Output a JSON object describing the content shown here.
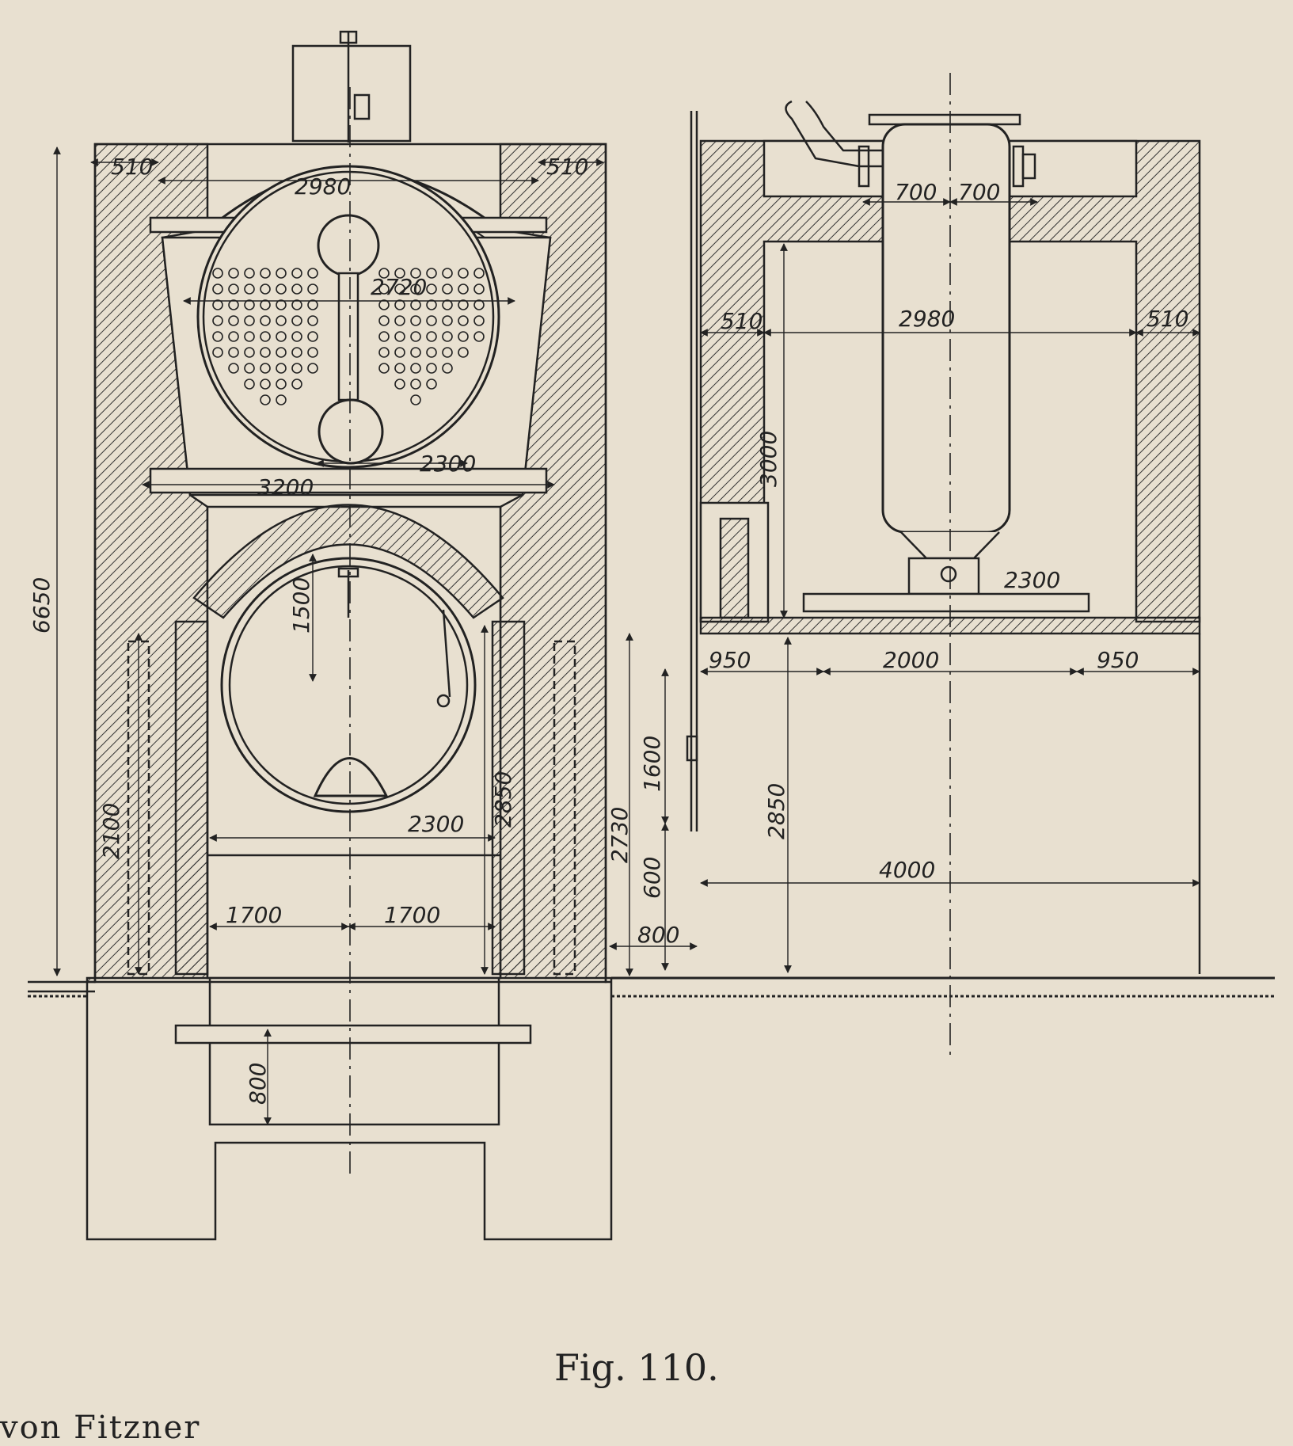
{
  "figure": {
    "caption": "Fig. 110.",
    "footer_text": "von Fitzner"
  },
  "front_view": {
    "dimensions": {
      "wall_left": "510",
      "wall_right": "510",
      "top_width": "2980",
      "drum_diameter": "2720",
      "tube_bank_width": "2300",
      "setting_width_upper": "3200",
      "furnace_radius": "1500",
      "flue_width": "2300",
      "furnace_height": "2850",
      "side_height": "2100",
      "half_width_left": "1700",
      "half_width_right": "1700",
      "ash_pit_depth": "800",
      "overall_height": "6650",
      "door_height": "2730",
      "sill_height": "800"
    }
  },
  "side_view": {
    "dimensions": {
      "nozzle_left": "700",
      "nozzle_right": "700",
      "wall_left": "510",
      "top_width": "2980",
      "wall_right": "510",
      "chamber_height": "3000",
      "base_width": "2300",
      "bay_left": "950",
      "bay_middle": "2000",
      "bay_right": "950",
      "gauge_height": "1600",
      "lower_height": "2850",
      "bottom_offset": "600",
      "overall_width": "4000"
    }
  },
  "colors": {
    "paper": "#e8e0d0",
    "ink": "#222222"
  }
}
